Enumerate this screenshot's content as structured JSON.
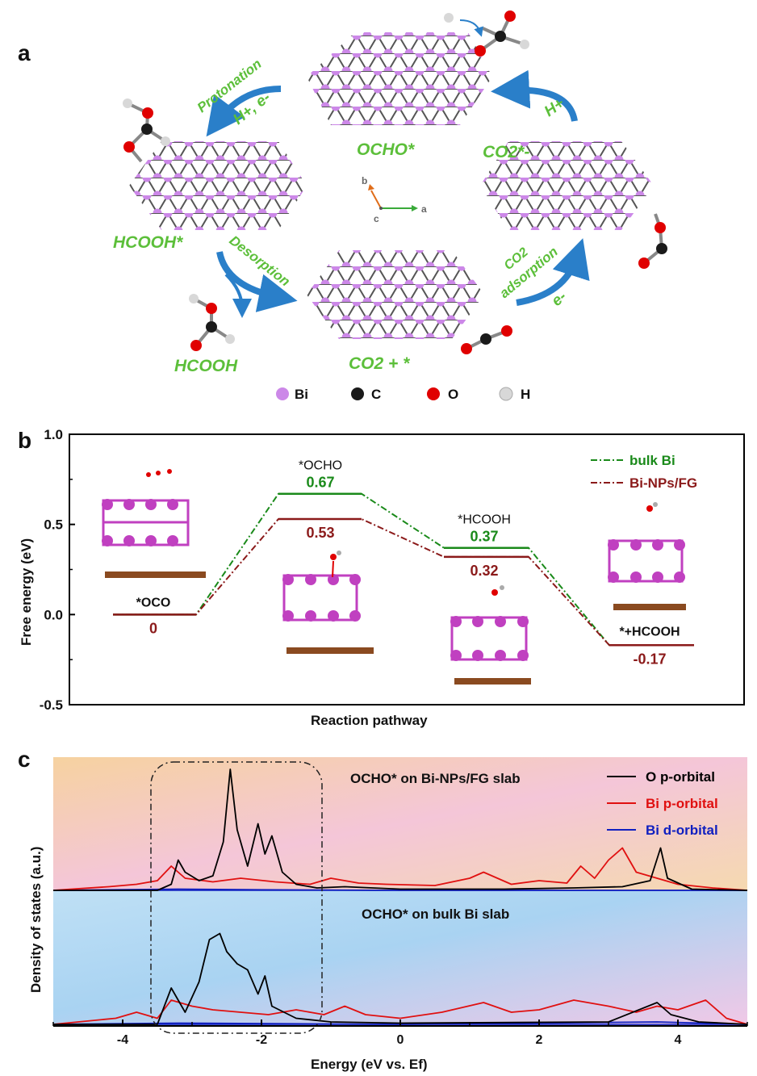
{
  "panel_a": {
    "letter": "a",
    "labels": {
      "ocho": "OCHO*",
      "co2_minus": "CO2*-",
      "hcooh_star": "HCOOH*",
      "co2_plus": "CO2 + *",
      "hcooh": "HCOOH"
    },
    "arrows": {
      "protonation": "Protonation",
      "protonation_sub": "H+, e-",
      "h_plus": "H+",
      "desorption": "Desorption",
      "co2_ads_1": "CO2",
      "co2_ads_2": "adsorption",
      "e_minus": "e-"
    },
    "axes": {
      "b": "b",
      "c": "c",
      "a": "a"
    },
    "legend": [
      {
        "label": "Bi",
        "color": "#cc88e8"
      },
      {
        "label": "C",
        "color": "#1a1a1a"
      },
      {
        "label": "O",
        "color": "#e00000"
      },
      {
        "label": "H",
        "color": "#d8d8d8"
      }
    ],
    "colors": {
      "label_green": "#5cbf3a",
      "arrow_blue": "#2a7fc9"
    }
  },
  "panel_b": {
    "letter": "b",
    "chart_data": {
      "type": "line",
      "xlabel": "Reaction pathway",
      "ylabel": "Free energy (eV)",
      "ylim": [
        -0.5,
        1.0
      ],
      "yticks": [
        "1.0",
        "0.5",
        "0.0",
        "-0.5"
      ],
      "states": [
        "*OCO",
        "*OCHO",
        "*HCOOH",
        "*+HCOOH"
      ],
      "series": [
        {
          "name": "bulk Bi",
          "color": "#1a8a1a",
          "values": [
            0,
            0.67,
            0.37,
            -0.17
          ],
          "labels": [
            "",
            "0.67",
            "0.37",
            ""
          ]
        },
        {
          "name": "Bi-NPs/FG",
          "color": "#8b1a1a",
          "values": [
            0,
            0.53,
            0.32,
            -0.17
          ],
          "labels": [
            "0",
            "0.53",
            "0.32",
            "-0.17"
          ]
        }
      ],
      "legend_position": "top-right"
    }
  },
  "panel_c": {
    "letter": "c",
    "chart_data": {
      "type": "line",
      "xlabel": "Energy (eV vs. Ef)",
      "ylabel": "Density of states (a.u.)",
      "xlim": [
        -5,
        5
      ],
      "xticks": [
        "-4",
        "-2",
        "0",
        "2",
        "4"
      ],
      "top_title": "OCHO* on Bi-NPs/FG slab",
      "bottom_title": "OCHO* on bulk Bi slab",
      "legend": [
        {
          "label": "O p-orbital",
          "color": "#000000"
        },
        {
          "label": "Bi p-orbital",
          "color": "#e01010"
        },
        {
          "label": "Bi d-orbital",
          "color": "#1020c0"
        }
      ],
      "series_top": {
        "O p-orbital": [
          [
            -5,
            0
          ],
          [
            -3.5,
            0
          ],
          [
            -3.3,
            0.05
          ],
          [
            -3.2,
            0.25
          ],
          [
            -3.1,
            0.15
          ],
          [
            -2.9,
            0.08
          ],
          [
            -2.7,
            0.12
          ],
          [
            -2.55,
            0.4
          ],
          [
            -2.45,
            1.0
          ],
          [
            -2.35,
            0.5
          ],
          [
            -2.2,
            0.2
          ],
          [
            -2.05,
            0.55
          ],
          [
            -1.95,
            0.3
          ],
          [
            -1.85,
            0.45
          ],
          [
            -1.7,
            0.15
          ],
          [
            -1.5,
            0.05
          ],
          [
            -1.2,
            0.02
          ],
          [
            -0.8,
            0.03
          ],
          [
            0,
            0.01
          ],
          [
            1.5,
            0.01
          ],
          [
            2.5,
            0.02
          ],
          [
            3.2,
            0.03
          ],
          [
            3.6,
            0.08
          ],
          [
            3.75,
            0.35
          ],
          [
            3.85,
            0.1
          ],
          [
            4.2,
            0.01
          ],
          [
            5,
            0
          ]
        ],
        "Bi p-orbital": [
          [
            -5,
            0
          ],
          [
            -4.2,
            0.03
          ],
          [
            -3.8,
            0.05
          ],
          [
            -3.5,
            0.08
          ],
          [
            -3.3,
            0.2
          ],
          [
            -3.1,
            0.1
          ],
          [
            -2.7,
            0.07
          ],
          [
            -2.3,
            0.1
          ],
          [
            -1.8,
            0.07
          ],
          [
            -1.3,
            0.05
          ],
          [
            -1.0,
            0.1
          ],
          [
            -0.6,
            0.06
          ],
          [
            -0.2,
            0.05
          ],
          [
            0.5,
            0.04
          ],
          [
            1.0,
            0.1
          ],
          [
            1.2,
            0.15
          ],
          [
            1.6,
            0.05
          ],
          [
            2.0,
            0.08
          ],
          [
            2.4,
            0.06
          ],
          [
            2.6,
            0.2
          ],
          [
            2.8,
            0.1
          ],
          [
            3.0,
            0.25
          ],
          [
            3.2,
            0.35
          ],
          [
            3.4,
            0.15
          ],
          [
            3.7,
            0.1
          ],
          [
            4.0,
            0.05
          ],
          [
            4.5,
            0.02
          ],
          [
            5,
            0
          ]
        ],
        "Bi d-orbital": [
          [
            -5,
            0
          ],
          [
            -3.2,
            0.01
          ],
          [
            -2,
            0.005
          ],
          [
            0,
            0
          ],
          [
            5,
            0
          ]
        ]
      },
      "series_bottom": {
        "O p-orbital": [
          [
            -5,
            0
          ],
          [
            -3.5,
            0
          ],
          [
            -3.3,
            0.3
          ],
          [
            -3.1,
            0.1
          ],
          [
            -2.9,
            0.35
          ],
          [
            -2.75,
            0.7
          ],
          [
            -2.6,
            0.75
          ],
          [
            -2.5,
            0.6
          ],
          [
            -2.35,
            0.5
          ],
          [
            -2.2,
            0.45
          ],
          [
            -2.05,
            0.25
          ],
          [
            -1.95,
            0.4
          ],
          [
            -1.85,
            0.15
          ],
          [
            -1.5,
            0.05
          ],
          [
            -1.0,
            0.02
          ],
          [
            0,
            0.01
          ],
          [
            3.0,
            0.02
          ],
          [
            3.7,
            0.18
          ],
          [
            3.9,
            0.08
          ],
          [
            4.3,
            0.02
          ],
          [
            5,
            0
          ]
        ],
        "Bi p-orbital": [
          [
            -5,
            0
          ],
          [
            -4.1,
            0.05
          ],
          [
            -3.8,
            0.1
          ],
          [
            -3.5,
            0.05
          ],
          [
            -3.3,
            0.2
          ],
          [
            -3.0,
            0.15
          ],
          [
            -2.7,
            0.12
          ],
          [
            -2.3,
            0.1
          ],
          [
            -1.9,
            0.08
          ],
          [
            -1.5,
            0.12
          ],
          [
            -1.1,
            0.08
          ],
          [
            -0.8,
            0.15
          ],
          [
            -0.5,
            0.08
          ],
          [
            0,
            0.05
          ],
          [
            0.6,
            0.1
          ],
          [
            1.2,
            0.18
          ],
          [
            1.6,
            0.1
          ],
          [
            2.0,
            0.12
          ],
          [
            2.5,
            0.2
          ],
          [
            3.0,
            0.15
          ],
          [
            3.4,
            0.1
          ],
          [
            3.7,
            0.15
          ],
          [
            4.0,
            0.12
          ],
          [
            4.4,
            0.2
          ],
          [
            4.7,
            0.05
          ],
          [
            5,
            0
          ]
        ],
        "Bi d-orbital": [
          [
            -5,
            0
          ],
          [
            -3.2,
            0.01
          ],
          [
            0,
            0
          ],
          [
            3.7,
            0.02
          ],
          [
            5,
            0
          ]
        ]
      }
    }
  }
}
